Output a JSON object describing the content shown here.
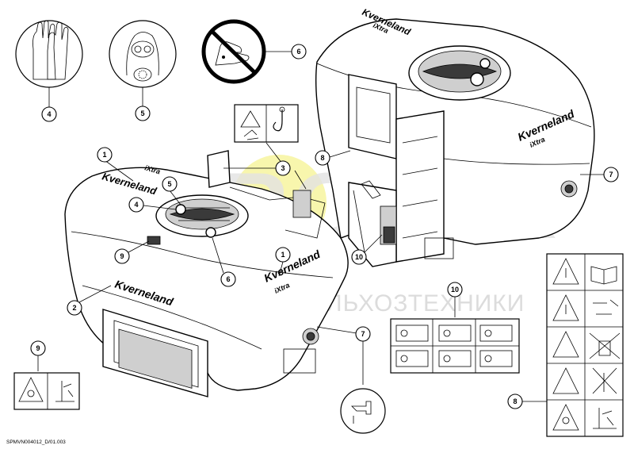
{
  "watermark": {
    "logo_text": "AGROTEX",
    "tagline": "ЗАПЧАСТИ ДЛЯ СЕЛЬХОЗТЕХНИКИ",
    "accent_color": "#f5f28a"
  },
  "brand": {
    "name": "Kverneland",
    "model": "iXtra"
  },
  "callouts": {
    "c1": "1",
    "c2": "2",
    "c3": "3",
    "c4": "4",
    "c5": "5",
    "c6": "6",
    "c7": "7",
    "c8": "8",
    "c9": "9",
    "c10": "10"
  },
  "footer_code": "SPMVN004012_D/01.003"
}
